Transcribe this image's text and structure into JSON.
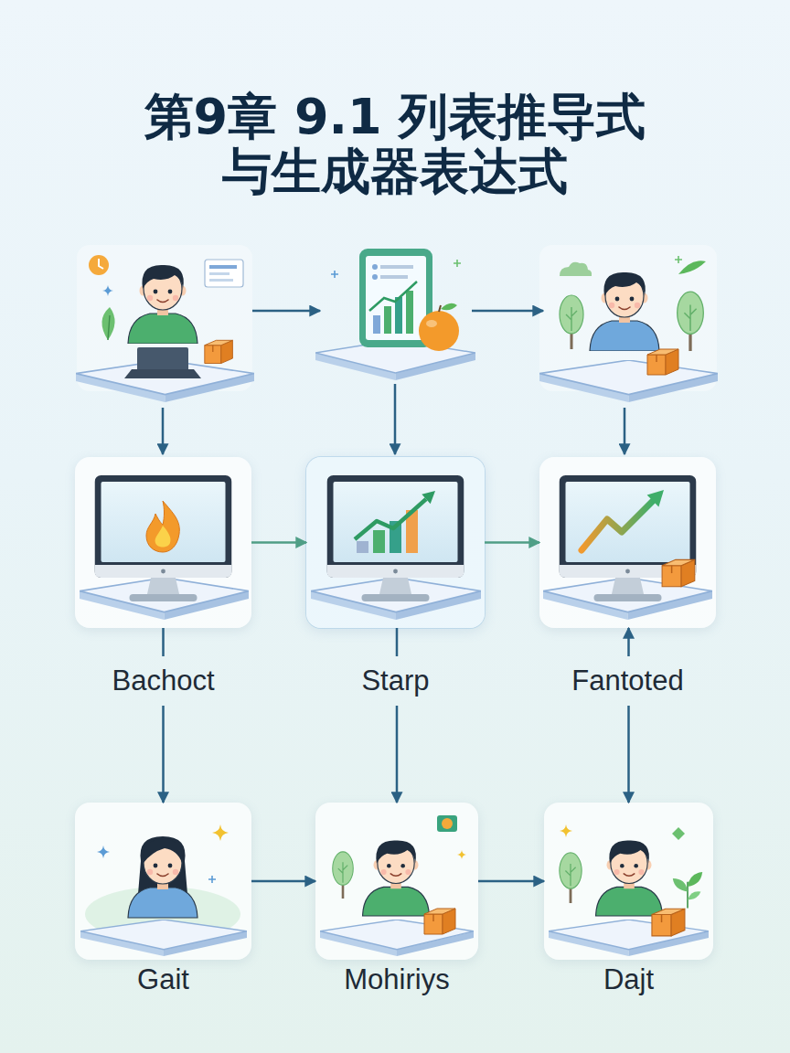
{
  "diagram": {
    "title": "第9章 9.1 列表推导式 与生成器表达式",
    "nodes": [
      {
        "text": [
          "Bachoct"
        ]
      },
      {
        "text": [
          "Starp"
        ]
      },
      {
        "text": [
          "Fantoted"
        ]
      },
      {
        "text": [
          "Gait"
        ]
      },
      {
        "text": [
          "Mohiriys"
        ]
      },
      {
        "text": [
          "Dajt"
        ]
      }
    ],
    "edges": [
      {
        "from": 0,
        "to": 1,
        "arrow": "to"
      },
      {
        "from": 1,
        "to": 2,
        "arrow": "to"
      },
      {
        "from": 0,
        "to": 3,
        "arrow": "to"
      },
      {
        "from": 1,
        "to": 4,
        "arrow": "to"
      },
      {
        "from": 2,
        "to": 5,
        "arrow": "both"
      },
      {
        "from": 3,
        "to": 4,
        "arrow": "to"
      },
      {
        "from": 4,
        "to": 5,
        "arrow": "to"
      }
    ]
  }
}
